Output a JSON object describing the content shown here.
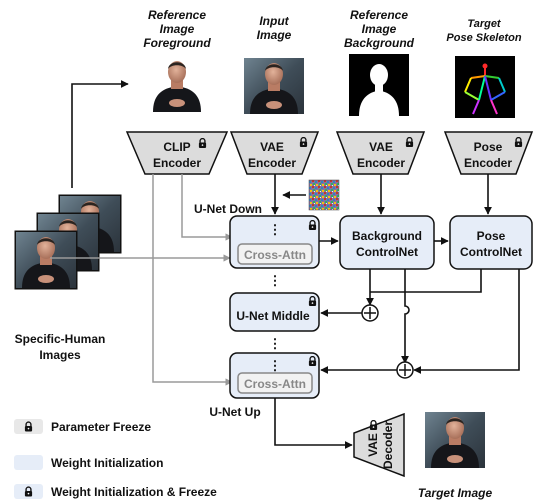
{
  "titles": {
    "ref_fg": [
      "Reference",
      "Image",
      "Foreground"
    ],
    "input": [
      "Input",
      "Image"
    ],
    "ref_bg": [
      "Reference",
      "Image",
      "Background"
    ],
    "target_pose": [
      "Target",
      "Pose Skeleton"
    ]
  },
  "encoders": {
    "clip": [
      "CLIP",
      "Encoder"
    ],
    "vae1": [
      "VAE",
      "Encoder"
    ],
    "vae2": [
      "VAE",
      "Encoder"
    ],
    "pose": [
      "Pose",
      "Encoder"
    ]
  },
  "blocks": {
    "unet_down": "U-Net Down",
    "cross_attn_1": "Cross-Attn",
    "bg_controlnet": [
      "Background",
      "ControlNet"
    ],
    "pose_controlnet": [
      "Pose",
      "ControlNet"
    ],
    "unet_middle": "U-Net Middle",
    "cross_attn_2": "Cross-Attn",
    "unet_up": "U-Net Up",
    "vae_decoder": [
      "VAE",
      "Decoder"
    ],
    "dots": "⋮"
  },
  "left_label": [
    "Specific-Human",
    "Images"
  ],
  "target_label": "Target Image",
  "legend": [
    {
      "icon": "lock-icon",
      "label": "Parameter Freeze",
      "swatch": "#e8e8e8"
    },
    {
      "icon": "none",
      "label": "Weight Initialization",
      "swatch": "#e6edf8"
    },
    {
      "icon": "lock-icon",
      "label": "Weight Initialization & Freeze",
      "swatch": "#e6edf8"
    }
  ],
  "colors": {
    "encoder_fill": "#dcdcdc",
    "block_fill": "#e6edf8",
    "gray_line": "#9a9a9a",
    "dark_line": "#111111"
  }
}
